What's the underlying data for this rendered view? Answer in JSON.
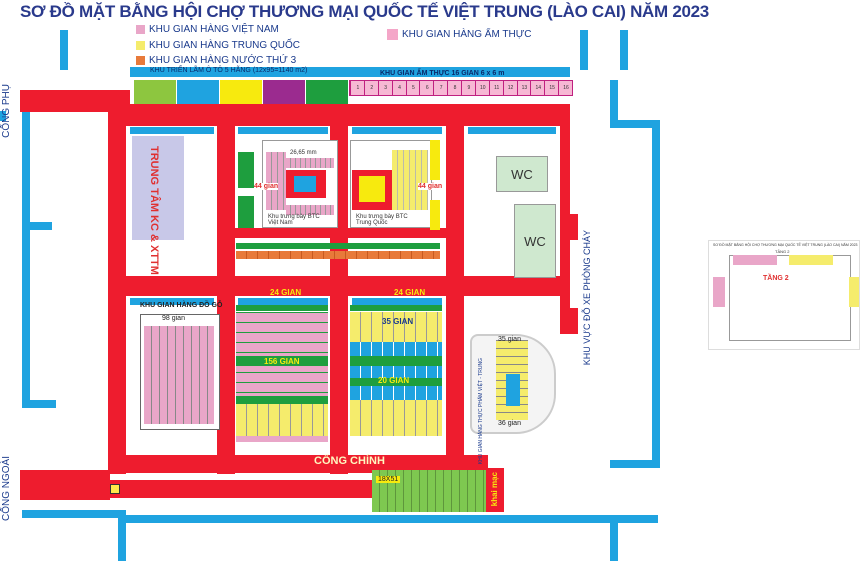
{
  "title": "SƠ ĐỒ MẶT BẰNG HỘI CHỢ THƯƠNG MẠI QUỐC TẾ VIỆT TRUNG (LÀO CAI) NĂM 2023",
  "legend": {
    "vn": {
      "label": "KHU GIAN  HÀNG VIỆT NAM",
      "color": "#e9a6c8"
    },
    "cn": {
      "label": "KHU GIAN HÀNG TRUNG QUỐC",
      "color": "#f5ec6c"
    },
    "third": {
      "label": "KHU GIAN HÀNG NƯỚC THỨ 3",
      "color": "#e87a3a"
    },
    "food": {
      "label": "KHU GIAN  HÀNG ẨM THỰC",
      "color": "#f4a6c8"
    }
  },
  "top_strip": {
    "car_expo": "KHU TRIỂN LÃM Ô TÔ 5 HÃNG (12x95=1140 m2)",
    "food_zone": "KHU GIAN ẨM THỰC 16 GIAN 6 x 6 m",
    "food_numbers": [
      "1",
      "2",
      "3",
      "4",
      "5",
      "6",
      "7",
      "8",
      "9",
      "10",
      "11",
      "12",
      "13",
      "14",
      "15",
      "16"
    ],
    "car_colors": [
      "#8dc63f",
      "#1fa3e0",
      "#f7ea0e",
      "#9b2b8f",
      "#1e9e3e"
    ]
  },
  "gates": {
    "phu": "CỔNG PHỤ",
    "ngoai": "CỔNG NGOÀI",
    "chinh": "CỔNG CHÍNH"
  },
  "zones": {
    "center_kc": "TRUNG TÂM KC & XTTM",
    "wood": "KHU GIAN HÀNG ĐỒ GỖ",
    "wood_count": "98 gian",
    "fire_parking": "KHU VỰC ĐỖ XE PHÒNG CHÁY",
    "wc": "WC",
    "product_zone": "KHU GIAN HÀNG THỰC PHẨM VIỆT - TRUNG",
    "gian_35a": "35 gian",
    "gian_36": "36 gian",
    "g24_left": "24 GIAN",
    "g24_right": "24 GIAN",
    "g156": "156 GIAN",
    "g35": "35 GIAN",
    "g20": "20 GIAN",
    "g44_left": "44 gian",
    "g44_right": "44 gian",
    "size_18x51": "18X51",
    "khai_mac": "khai mạc",
    "area_dim": "26,65 mm",
    "btc_left": "Khu trưng bày BTC Việt Nam",
    "btc_right": "Khu trưng bày BTC Trung Quốc"
  },
  "inset": {
    "title": "SƠ ĐỒ MẶT BẰNG HỘI CHỢ THƯƠNG MẠI QUỐC TẾ VIỆT TRUNG (LÀO CAI) NĂM 2023",
    "subtitle": "TẦNG 2",
    "floor": "TẦNG 2"
  }
}
